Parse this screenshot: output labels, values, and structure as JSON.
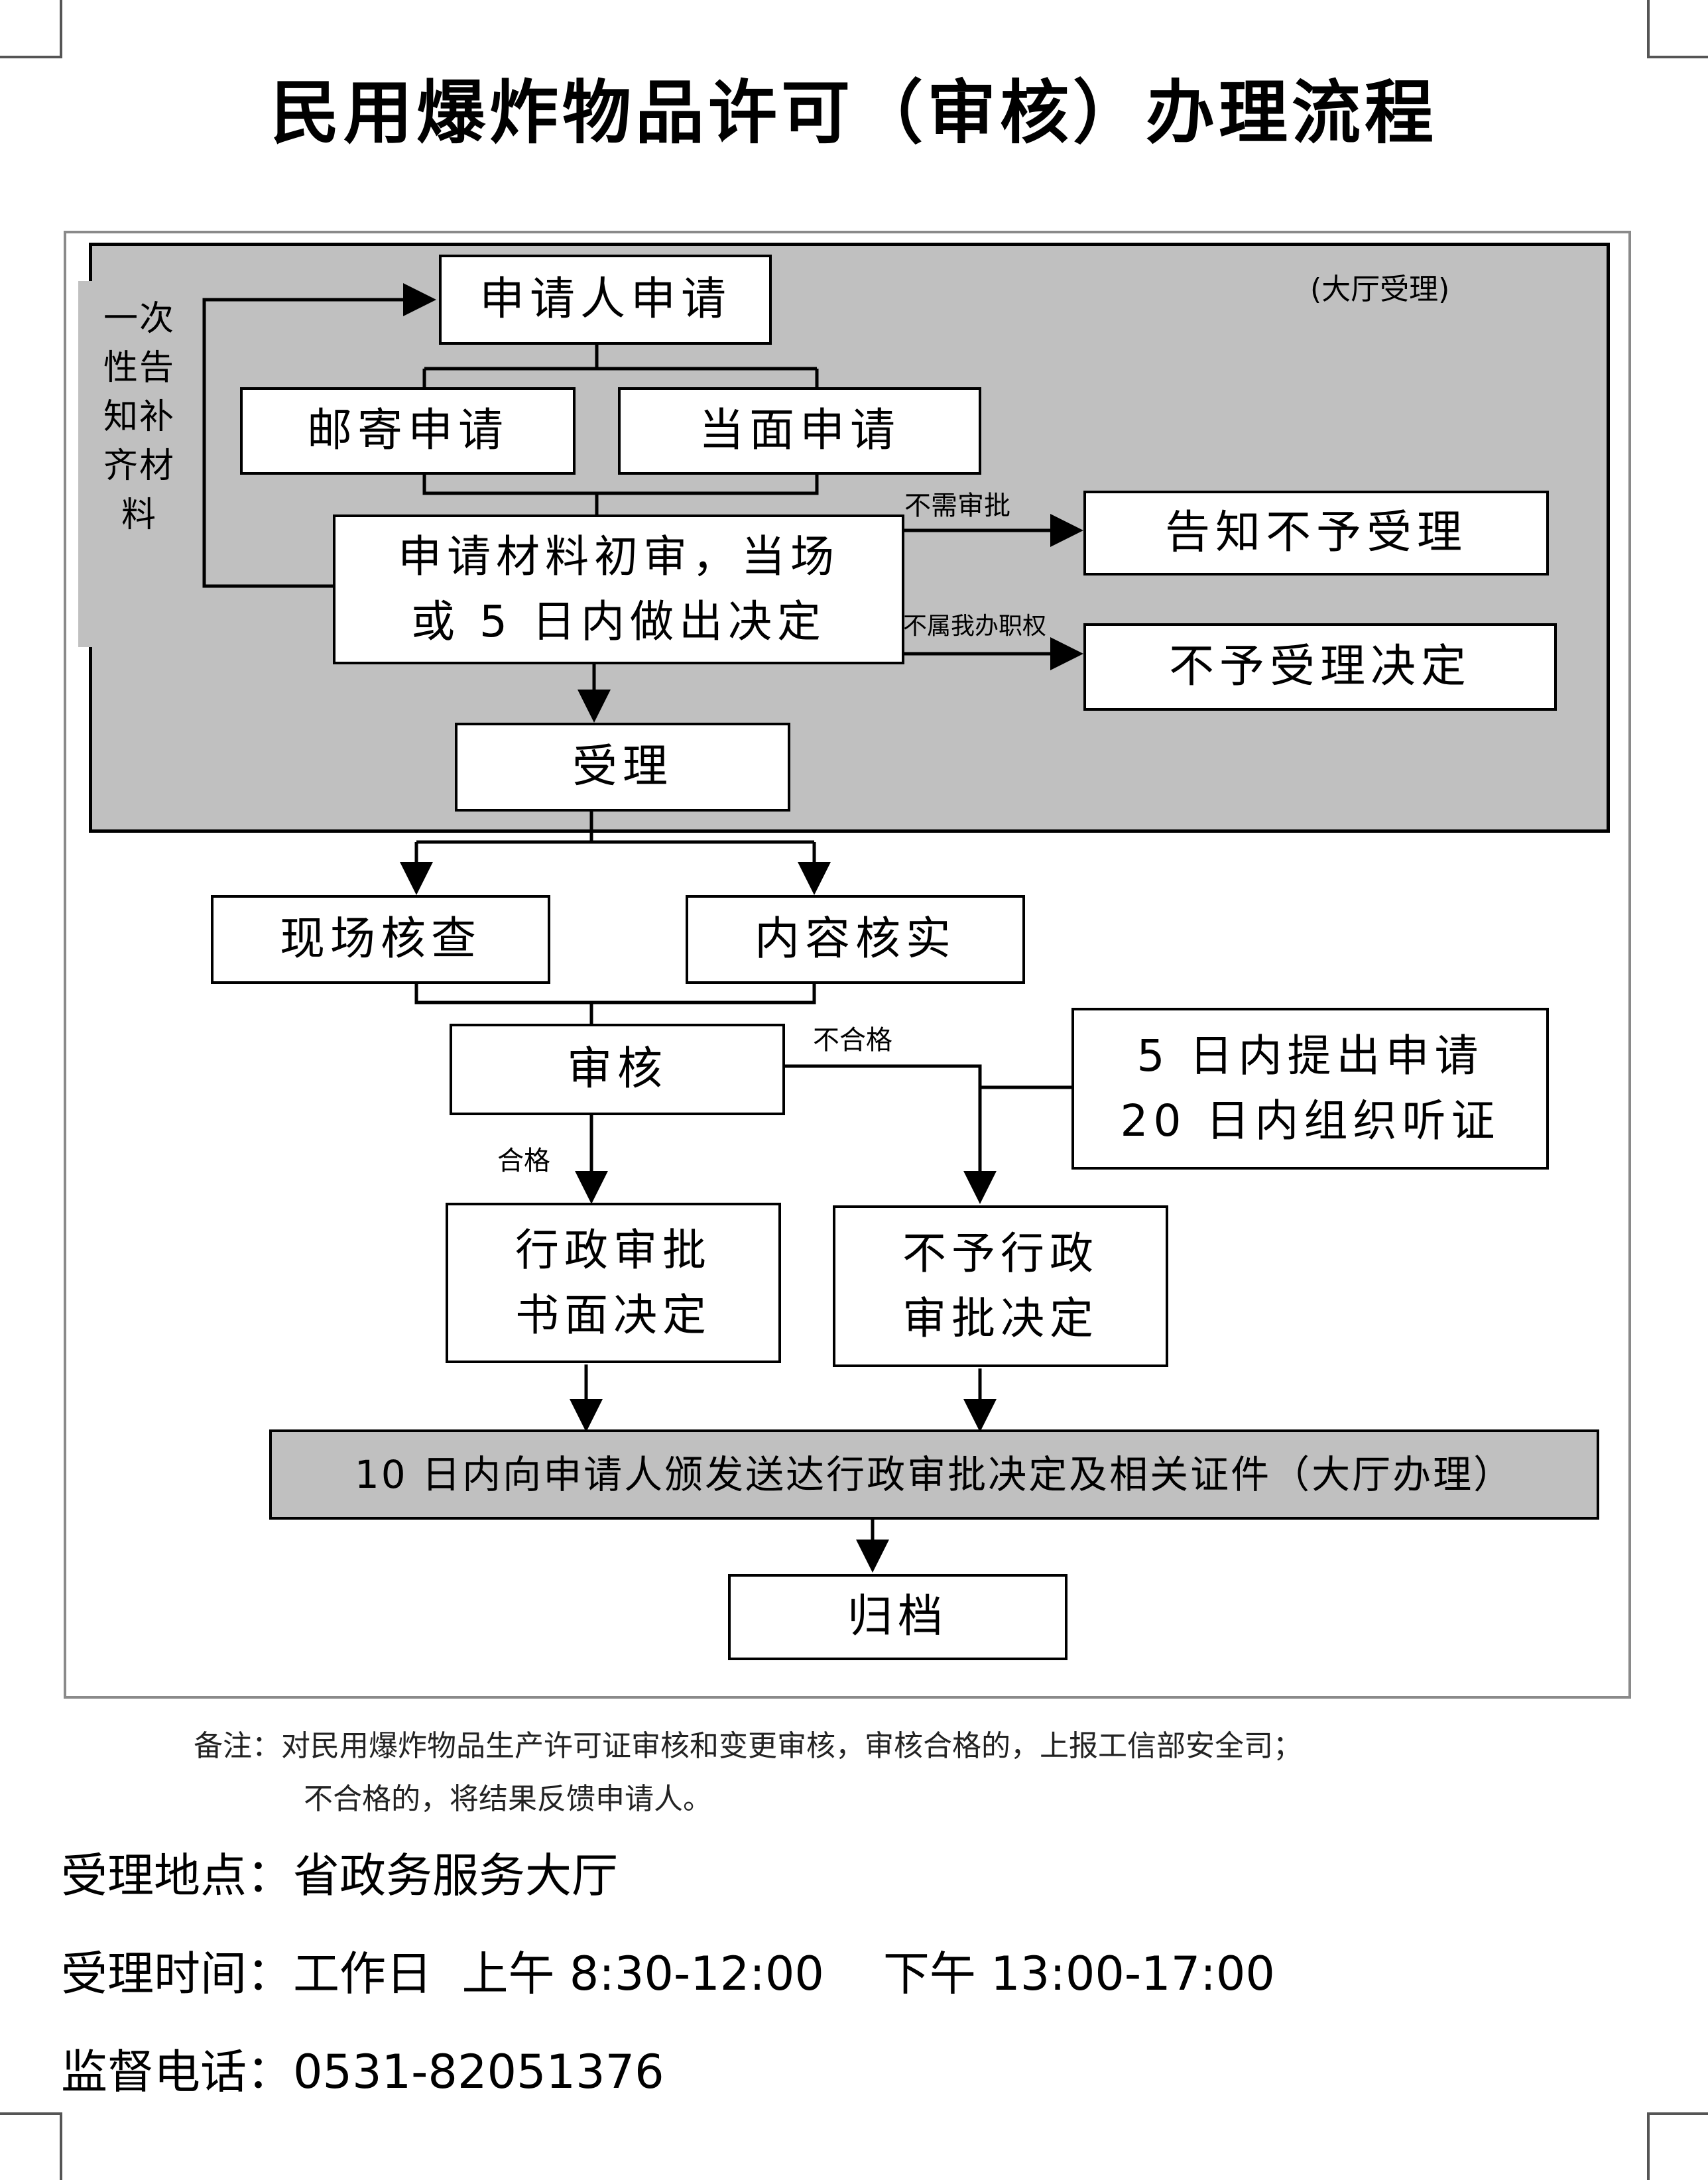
{
  "title": "民用爆炸物品许可（审核）办理流程",
  "hall_note": "(大厅受理)",
  "side_note": [
    "一次",
    "性告",
    "知补",
    "齐材",
    "料"
  ],
  "nodes": {
    "apply": "申请人申请",
    "mail": "邮寄申请",
    "inperson": "当面申请",
    "review_line1": "申请材料初审，当场",
    "review_line2": "或 5 日内做出决定",
    "notify_reject": "告知不予受理",
    "reject_decision": "不予受理决定",
    "accept": "受理",
    "onsite": "现场核查",
    "verify": "内容核实",
    "audit": "审核",
    "hearing_line1": "5 日内提出申请",
    "hearing_line2": "20 日内组织听证",
    "approve_line1": "行政审批",
    "approve_line2": "书面决定",
    "deny_line1": "不予行政",
    "deny_line2": "审批决定",
    "issue": "10 日内向申请人颁发送达行政审批决定及相关证件（大厅办理）",
    "archive": "归档"
  },
  "edge_labels": {
    "no_approval": "不需审批",
    "not_in_scope": "不属我办职权",
    "fail": "不合格",
    "pass": "合格"
  },
  "remark_line1": "备注：对民用爆炸物品生产许可证审核和变更审核，审核合格的，上报工信部安全司；",
  "remark_line2": "不合格的，将结果反馈申请人。",
  "info": {
    "place_label": "受理地点：",
    "place_value": "省政务服务大厅",
    "time_label": "受理时间：",
    "time_value": "工作日  上午 8:30-12:00    下午 13:00-17:00",
    "phone_label": "监督电话：",
    "phone_value": "0531-82051376"
  }
}
